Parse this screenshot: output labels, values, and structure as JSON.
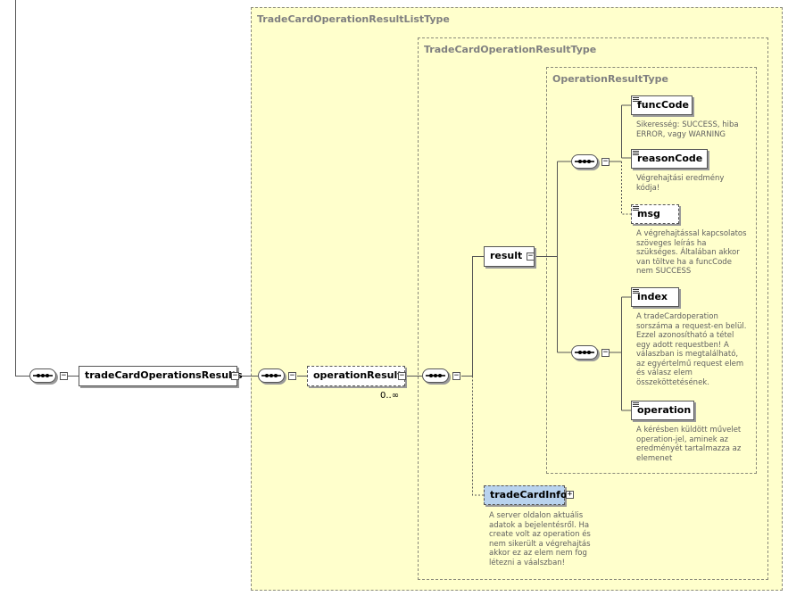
{
  "types": {
    "list": "TradeCardOperationResultListType",
    "result": "TradeCardOperationResultType",
    "operation": "OperationResultType"
  },
  "elements": {
    "root": "tradeCardOperationsResults",
    "operationResult": "operationResult",
    "multiplicity": "0..∞",
    "result": "result",
    "funcCode": "funcCode",
    "reasonCode": "reasonCode",
    "msg": "msg",
    "index": "index",
    "operation": "operation",
    "tradeCardInfo": "tradeCardInfo"
  },
  "annotations": {
    "funcCode": "Sikeresség: SUCCESS, hiba\nERROR, vagy WARNING",
    "reasonCode": "Végrehajtási eredmény\nkódja!",
    "msg": "A végrehajtással kapcsolatos\nszöveges leírás ha\nszükséges. Általában akkor\nvan töltve ha a funcCode\nnem SUCCESS",
    "index": "A tradeCardoperation\nsorszáma a request-en belül.\nEzzel azonosítható a tétel\negy adott requestben! A\nválaszban is megtalálható,\naz egyértelmű request elem\nés válasz elem\nösszeköttetésének.",
    "operation": "A kérésben küldött művelet\noperation-jel, aminek az\neredményét tartalmazza az\nelemenet",
    "tradeCardInfo": "A server oldalon aktuális\nadatok a bejelentésről. Ha\ncreate volt az operation és\nnem sikerült a végrehajtás\nakkor ez az elem nem fog\nlétezni a váalszban!"
  },
  "toggles": {
    "collapse": "−",
    "expand": "+"
  }
}
